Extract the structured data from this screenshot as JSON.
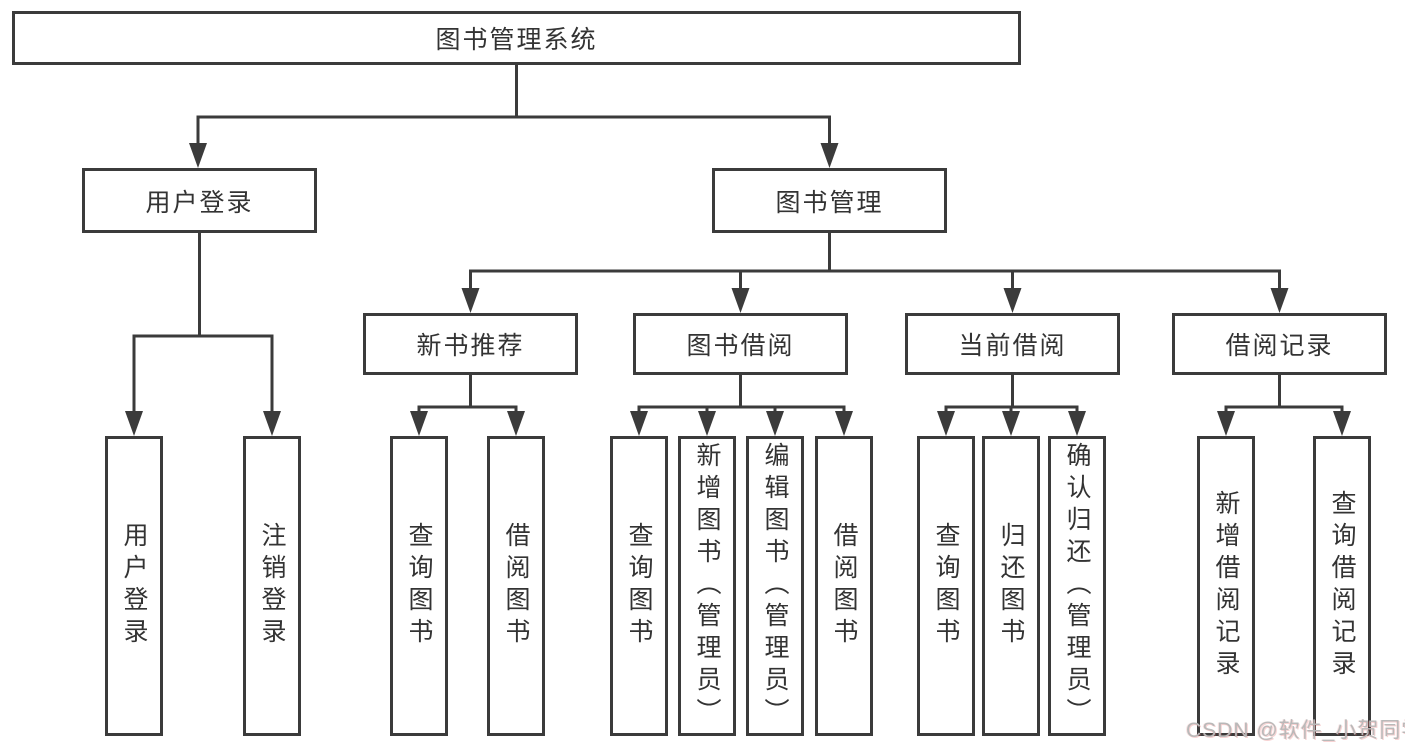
{
  "nodes": {
    "root": "图书管理系统",
    "user_login": "用户登录",
    "book_management": "图书管理",
    "new_book_recommend": "新书推荐",
    "book_borrow": "图书借阅",
    "current_borrow": "当前借阅",
    "borrow_record": "借阅记录",
    "leaf_user_login": "用户登录",
    "leaf_logout": "注销登录",
    "leaf_nb_query_book": "查询图书",
    "leaf_nb_borrow_book": "借阅图书",
    "leaf_bb_query_book": "查询图书",
    "leaf_bb_add_book": "新增图书（管理员）",
    "leaf_bb_edit_book": "编辑图书（管理员）",
    "leaf_bb_borrow_book": "借阅图书",
    "leaf_cb_query_book": "查询图书",
    "leaf_cb_return_book": "归还图书",
    "leaf_cb_confirm_return": "确认归还（管理员）",
    "leaf_br_add_record": "新增借阅记录",
    "leaf_br_query_record": "查询借阅记录"
  },
  "watermark": "CSDN @软件_小贺同学",
  "colors": {
    "line": "#3b3b3b",
    "box_border": "#3b3b3b",
    "text": "#333333",
    "background": "#ffffff",
    "watermark": "#b9b9b9"
  }
}
